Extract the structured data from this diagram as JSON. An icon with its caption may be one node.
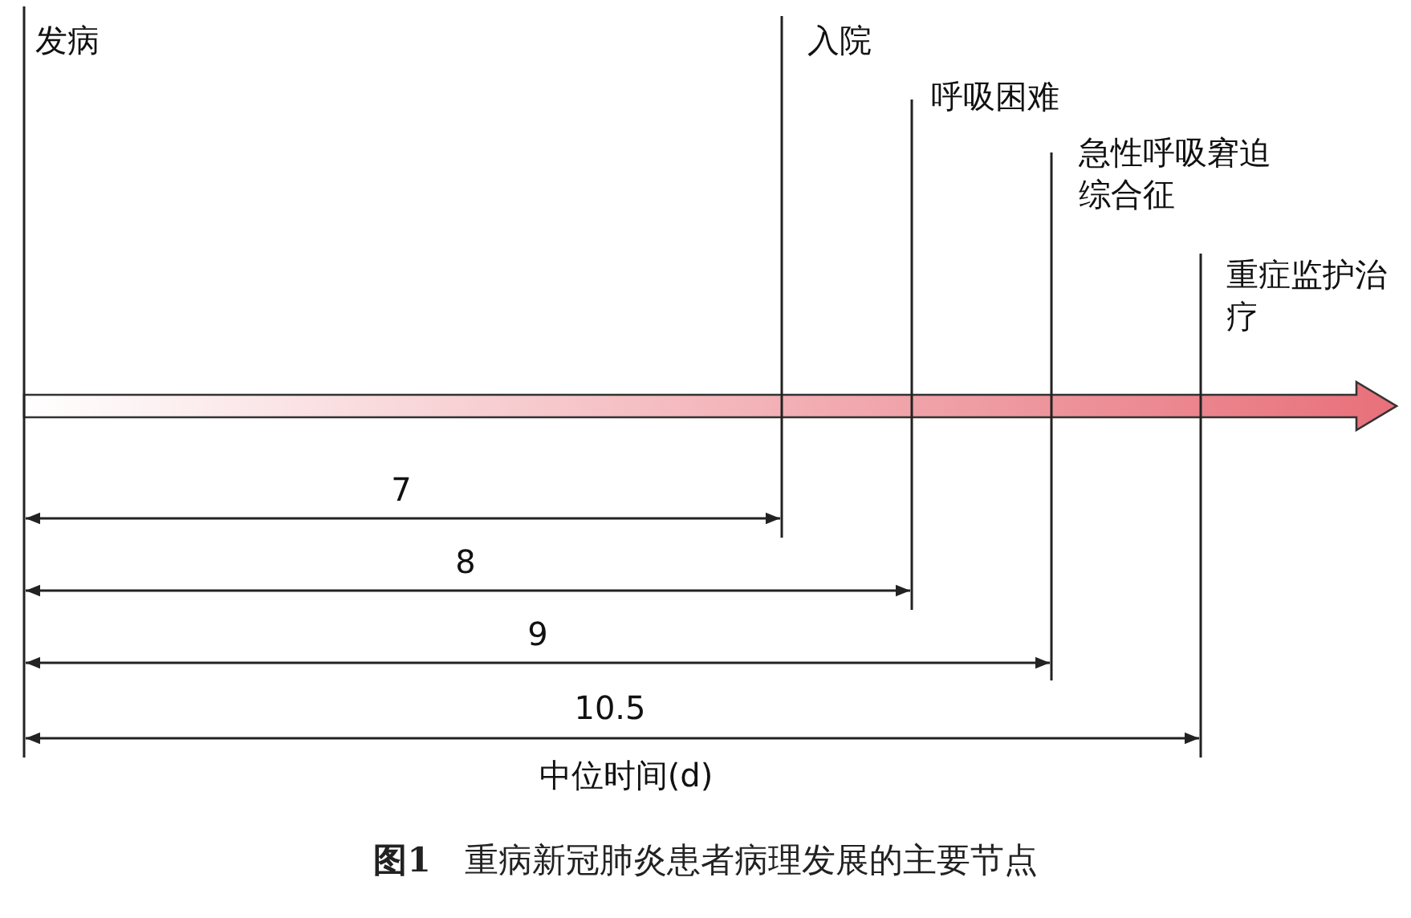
{
  "diagram": {
    "caption": "**图1**　重病新冠肺炎患者病理发展的主要节点",
    "labels": [
      "发病",
      "入院",
      "呼吸困难",
      "急性呼吸窘迫综合征",
      "重症监护治疗",
      "7",
      "8",
      "9",
      "10.5",
      "中位时间(d)"
    ]
  }
}
